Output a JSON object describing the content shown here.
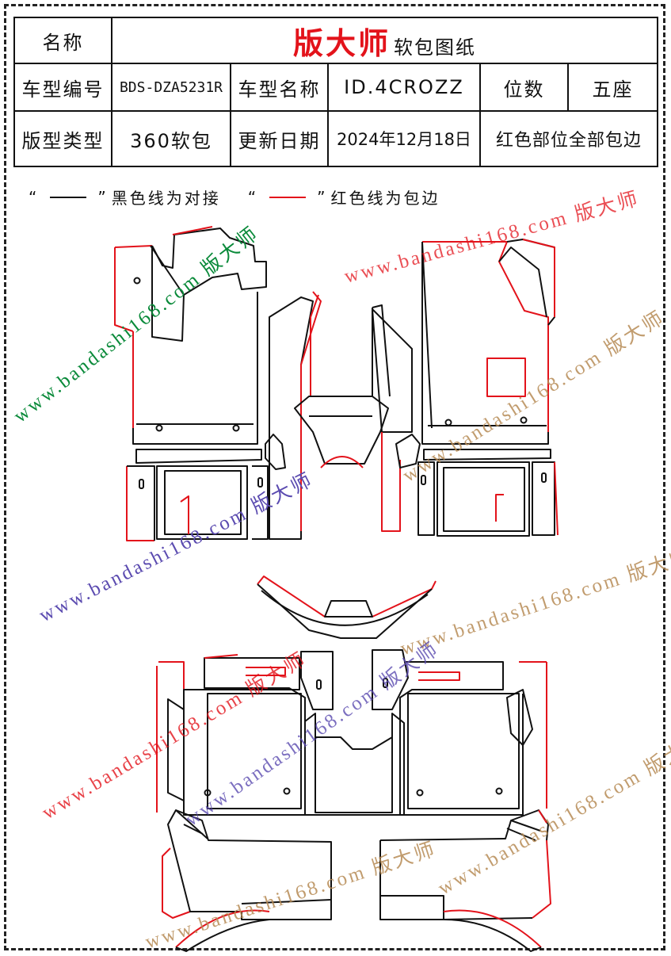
{
  "header": {
    "name_label": "名称",
    "brand": "版大师",
    "brand_suffix": "软包图纸"
  },
  "spec": {
    "model_code_label": "车型编号",
    "model_code": "BDS-DZA5231R",
    "model_name_label": "车型名称",
    "model_name": "ID.4CROZZ",
    "seats_label": "位数",
    "seats": "五座",
    "pattern_type_label": "版型类型",
    "pattern_type": "360软包",
    "update_label": "更新日期",
    "update_date": "2024年12月18日",
    "note": "红色部位全部包边"
  },
  "legend": {
    "open_quote": "“",
    "close_quote": "”",
    "black_text": "黑色线为对接",
    "red_text": "红色线为包边",
    "black_color": "#111111",
    "red_color": "#e3131b"
  },
  "watermark": {
    "text": "www.bandashi168.com 版大师",
    "colors": [
      "#0a8a3a",
      "#e3131b",
      "#5b4bb0",
      "#b78b55"
    ]
  }
}
